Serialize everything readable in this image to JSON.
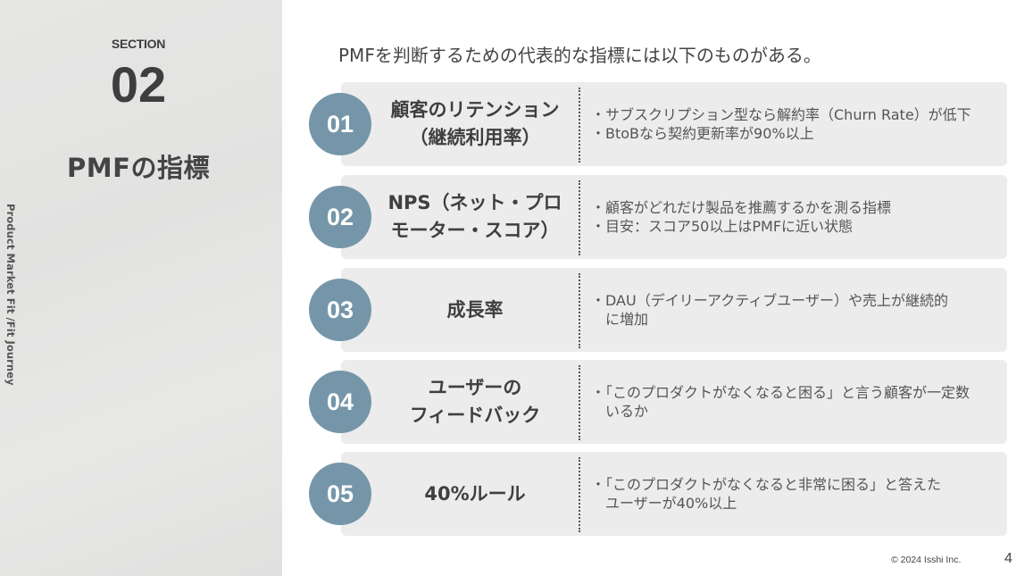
{
  "sidebar": {
    "section_label": "SECTION",
    "section_number": "02",
    "title": "PMFの指標",
    "vertical_label": "Product Market Fit /Fit Journey"
  },
  "main": {
    "intro": "PMFを判断するための代表的な指標には以下のものがある。",
    "items": [
      {
        "number": "01",
        "name_lines": [
          "顧客のリテンション",
          "（継続利用率）"
        ],
        "bullets": [
          "・サブスクリプション型なら解約率（Churn Rate）が低下",
          "・BtoBなら契約更新率が90%以上"
        ]
      },
      {
        "number": "02",
        "name_lines": [
          "NPS（ネット・プロ",
          "モーター・スコア）"
        ],
        "bullets": [
          "・顧客がどれだけ製品を推薦するかを測る指標",
          "・目安：スコア50以上はPMFに近い状態"
        ]
      },
      {
        "number": "03",
        "name_lines": [
          "成長率"
        ],
        "bullets": [
          "・DAU（デイリーアクティブユーザー）や売上が継続的に増加"
        ]
      },
      {
        "number": "04",
        "name_lines": [
          "ユーザーの",
          "フィードバック"
        ],
        "bullets": [
          "・「このプロダクトがなくなると困る」と言う顧客が一定数いるか"
        ]
      },
      {
        "number": "05",
        "name_lines": [
          "40%ルール"
        ],
        "bullets": [
          "・「このプロダクトがなくなると非常に困る」と答えたユーザーが40%以上"
        ]
      }
    ]
  },
  "footer": {
    "copyright": "© 2024 Isshi Inc.",
    "page_number": "4"
  },
  "colors": {
    "accent_circle": "#7596a9",
    "card_background": "#ececec",
    "sidebar_background": "#e4e4e3",
    "text": "#444444"
  }
}
